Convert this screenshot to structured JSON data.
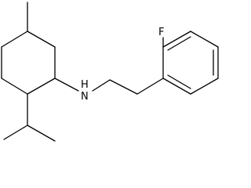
{
  "molecule": {
    "atoms": {
      "fluorine": "F",
      "nitrogen_h": "H",
      "nitrogen": "N"
    }
  }
}
